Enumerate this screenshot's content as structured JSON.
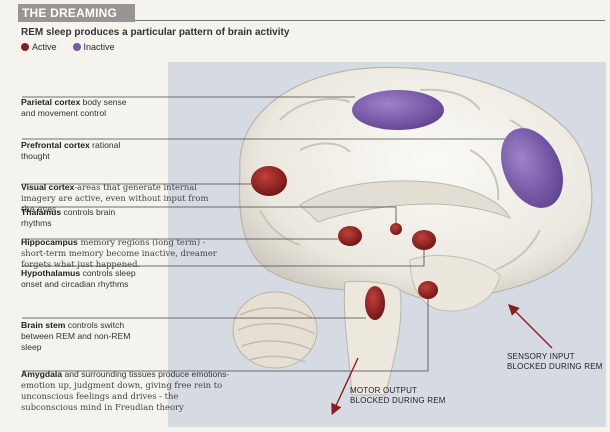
{
  "header": {
    "title": "THE DREAMING BRAIN",
    "subtitle": "REM sleep produces a particular pattern of brain activity"
  },
  "legend": {
    "active_label": "Active",
    "inactive_label": "Inactive",
    "active_color": "#8a1e1e",
    "inactive_color": "#7a56a6"
  },
  "labels": {
    "parietal": {
      "name": "Parietal cortex",
      "desc": " body sense and movement control"
    },
    "prefrontal": {
      "name": "Prefrontal cortex",
      "desc": " rational thought"
    },
    "visual": {
      "name": "Visual cortex",
      "desc": "-areas that generate internal imagery are active, even without input from the eyes."
    },
    "thalamus": {
      "name": "Thalamus",
      "desc": " controls brain rhythms"
    },
    "hippocampus": {
      "name": "Hippocampus",
      "desc": " memory regions (long term) - short-term memory become inactive, dreamer forgets what just happened."
    },
    "hypothalamus": {
      "name": "Hypothalamus",
      "desc": " controls sleep onset and circadian rhythms"
    },
    "brainstem": {
      "name": "Brain stem",
      "desc": " controls switch between REM and non-REM sleep"
    },
    "amygdala": {
      "name": "Amygdala",
      "desc_printed": " and surrounding tissues produce emotions",
      "desc_hand": "-emotion up, judgment down, giving free rein to unconscious feelings and drives - the subconscious mind in Freudian theory"
    }
  },
  "callouts": {
    "motor": "MOTOR OUTPUT BLOCKED DURING REM",
    "sensory": "SENSORY INPUT BLOCKED DURING REM"
  }
}
